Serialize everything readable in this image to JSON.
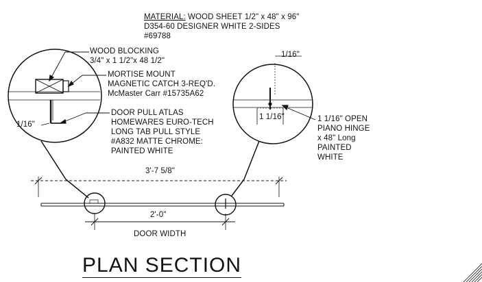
{
  "material": {
    "heading": "MATERIAL:",
    "line1_rest": " WOOD SHEET 1/2\" x 48\" x 96\"",
    "line2": "D354-60 DESIGNER WHITE 2-SIDES",
    "line3": "#69788"
  },
  "wood_blocking": {
    "line1": "WOOD BLOCKING",
    "line2": "3/4\" x 1 1/2\"x 48 1/2\""
  },
  "mortise": {
    "line1": "MORTISE MOUNT",
    "line2": "MAGNETIC CATCH 3-REQ'D.",
    "line3": "McMaster Carr #15735A62"
  },
  "door_pull": {
    "line1": "DOOR PULL ATLAS",
    "line2": "HOMEWARES EURO-TECH",
    "line3": "LONG TAB PULL STYLE",
    "line4": "#A832 MATTE CHROME:",
    "line5": "PAINTED WHITE"
  },
  "left_gap_dim": "1/16\"",
  "right_gap_dim_top": "1/16\"",
  "right_gap_dim_inner": "1 1/16\"",
  "hinge": {
    "line1": "1 1/16\" OPEN",
    "line2": "PIANO HINGE",
    "line3": "x 48\" Long",
    "line4": "PAINTED",
    "line5": "WHITE"
  },
  "overall_dim": "3'-7 5/8\"",
  "door_dim": "2'-0\"",
  "door_width_label": "DOOR WIDTH",
  "title": "PLAN SECTION",
  "colors": {
    "ink": "#111111",
    "panel_fill": "#f4f4f4"
  }
}
